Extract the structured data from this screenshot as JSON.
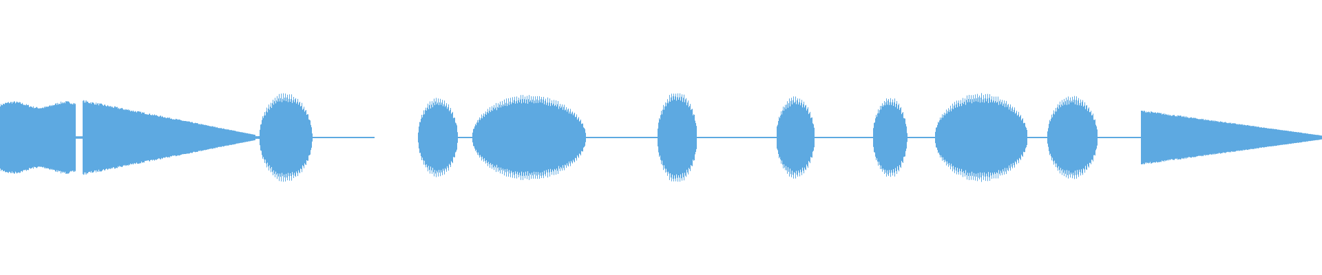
{
  "waveform": {
    "color": "#5DA9E1",
    "samples_per_px_note": "",
    "segments": [
      {
        "start": 0.0,
        "end": 0.057,
        "amp": 0.53,
        "shape": "sustain",
        "texture": "dense"
      },
      {
        "start": 0.057,
        "end": 0.062,
        "amp": 0.03,
        "shape": "dip",
        "texture": "dense"
      },
      {
        "start": 0.062,
        "end": 0.193,
        "amp": 0.55,
        "shape": "decay",
        "texture": "dense"
      },
      {
        "start": 0.193,
        "end": 0.196,
        "amp": 0.02,
        "shape": "flat",
        "texture": "dense"
      },
      {
        "start": 0.196,
        "end": 0.236,
        "amp": 0.62,
        "shape": "bell",
        "texture": "comb"
      },
      {
        "start": 0.236,
        "end": 0.283,
        "amp": 0.01,
        "shape": "flat",
        "texture": "line"
      },
      {
        "start": 0.283,
        "end": 0.316,
        "amp": 0.0,
        "shape": "flat",
        "texture": "none"
      },
      {
        "start": 0.316,
        "end": 0.346,
        "amp": 0.55,
        "shape": "bell",
        "texture": "comb"
      },
      {
        "start": 0.346,
        "end": 0.357,
        "amp": 0.02,
        "shape": "flat",
        "texture": "line"
      },
      {
        "start": 0.357,
        "end": 0.443,
        "amp": 0.59,
        "shape": "bell",
        "texture": "comb"
      },
      {
        "start": 0.443,
        "end": 0.497,
        "amp": 0.01,
        "shape": "flat",
        "texture": "line"
      },
      {
        "start": 0.497,
        "end": 0.527,
        "amp": 0.64,
        "shape": "bell",
        "texture": "comb"
      },
      {
        "start": 0.527,
        "end": 0.587,
        "amp": 0.01,
        "shape": "flat",
        "texture": "line"
      },
      {
        "start": 0.587,
        "end": 0.616,
        "amp": 0.57,
        "shape": "bell",
        "texture": "comb"
      },
      {
        "start": 0.616,
        "end": 0.66,
        "amp": 0.01,
        "shape": "flat",
        "texture": "line"
      },
      {
        "start": 0.66,
        "end": 0.686,
        "amp": 0.56,
        "shape": "bell",
        "texture": "comb"
      },
      {
        "start": 0.686,
        "end": 0.707,
        "amp": 0.01,
        "shape": "flat",
        "texture": "line"
      },
      {
        "start": 0.707,
        "end": 0.777,
        "amp": 0.61,
        "shape": "bell",
        "texture": "comb"
      },
      {
        "start": 0.777,
        "end": 0.792,
        "amp": 0.01,
        "shape": "flat",
        "texture": "line"
      },
      {
        "start": 0.792,
        "end": 0.83,
        "amp": 0.58,
        "shape": "bell",
        "texture": "comb"
      },
      {
        "start": 0.83,
        "end": 0.863,
        "amp": 0.01,
        "shape": "flat",
        "texture": "line"
      },
      {
        "start": 0.863,
        "end": 1.0,
        "amp": 0.4,
        "shape": "decay",
        "texture": "dense"
      }
    ]
  }
}
